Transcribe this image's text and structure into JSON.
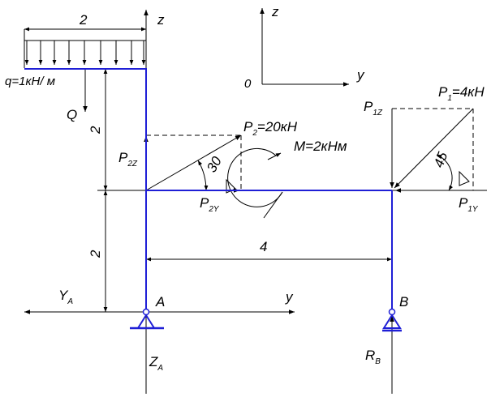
{
  "colors": {
    "frame": "#1f1fd6",
    "line": "#000000",
    "background": "#ffffff"
  },
  "labels": {
    "dim_top": "2",
    "z_main": "z",
    "z_axes": "z",
    "y_axes": "y",
    "origin": "0",
    "q_load": "q=1кН/ м",
    "Q": "Q",
    "dim_upper_left": "2",
    "P2_main": "P",
    "P2_sub": "2",
    "P2_rest": "=20кН",
    "P2Z_main": "P",
    "P2Z_sub": "2Z",
    "angle_30": "30",
    "P2Y_main": "P",
    "P2Y_sub": "2Y",
    "M_load": "M=2кНм",
    "P1_main": "P",
    "P1_sub": "1",
    "P1_rest": "=4кН",
    "P1Z_main": "P",
    "P1Z_sub": "1Z",
    "angle_45": "45",
    "P1Y_main": "P",
    "P1Y_sub": "1Y",
    "dim_lower_left": "2",
    "dim_span": "4",
    "YA_main": "Y",
    "YA_sub": "A",
    "A": "A",
    "y_support": "y",
    "B": "B",
    "ZA_main": "Z",
    "ZA_sub": "A",
    "RB_main": "R",
    "RB_sub": "B"
  }
}
